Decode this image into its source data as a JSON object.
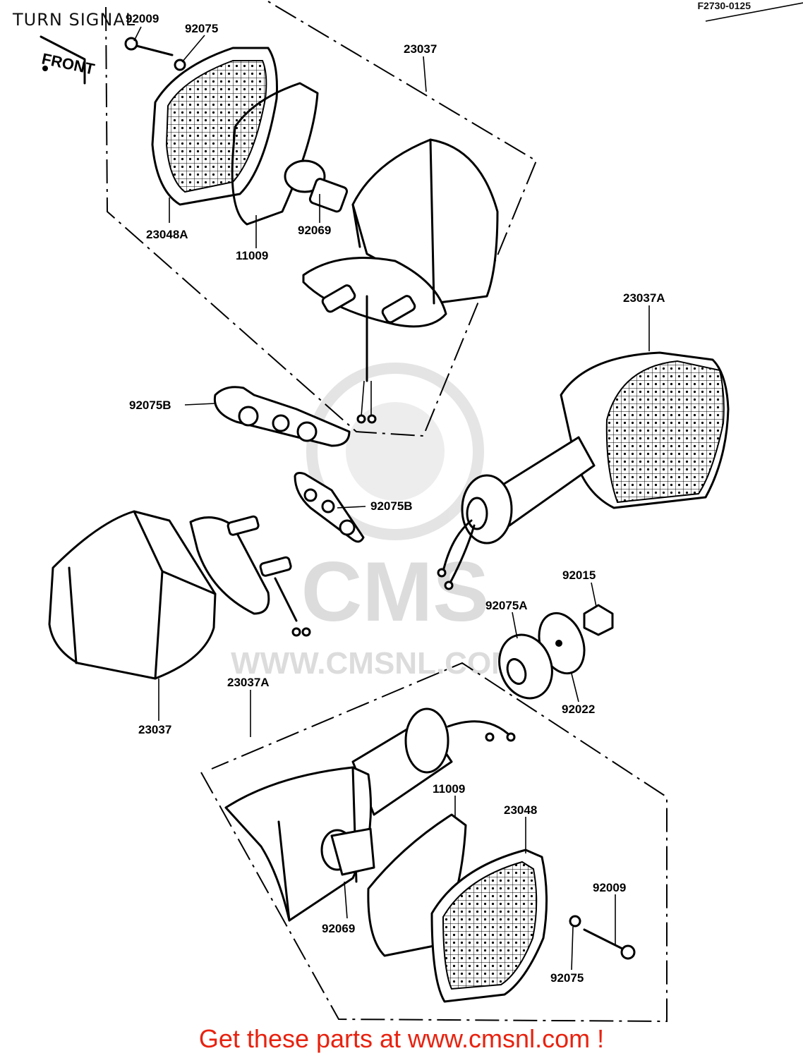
{
  "title": "TURN SIGNAL",
  "figure_code": "F2730-0125",
  "front_tag": "FRONT",
  "footer": "Get these parts at www.cmsnl.com !",
  "watermark": {
    "brand": "CMS",
    "url": "WWW.CMSNL.COM"
  },
  "part_labels": {
    "p92009_top": "92009",
    "p92075_top": "92075",
    "p23037_top": "23037",
    "p23048A": "23048A",
    "p11009_top": "11009",
    "p92069_top": "92069",
    "p23037A_right": "23037A",
    "p92075B_left": "92075B",
    "p92075B_mid": "92075B",
    "p92015": "92015",
    "p92075A": "92075A",
    "p92022": "92022",
    "p23037_left": "23037",
    "p23037A_bottom": "23037A",
    "p11009_bottom": "11009",
    "p23048": "23048",
    "p92009_bottom": "92009",
    "p92069_bottom": "92069",
    "p92075_bottom": "92075"
  }
}
